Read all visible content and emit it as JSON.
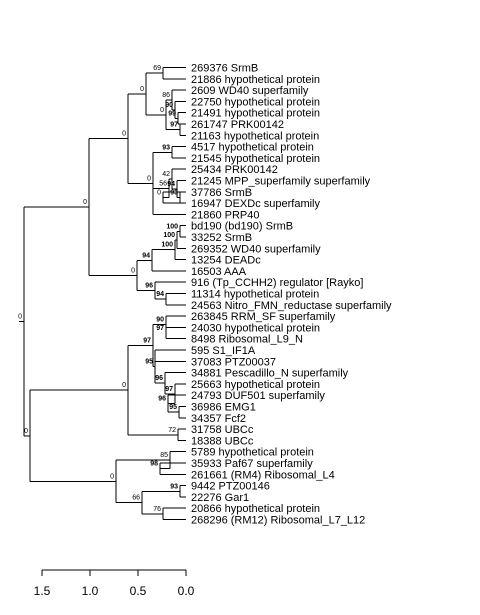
{
  "leaves": [
    "269376 SrmB",
    "21886 hypothetical protein",
    "2609 WD40 superfamily",
    "22750 hypothetical protein",
    "21491 hypothetical protein",
    "261747 PRK00142",
    "21163 hypothetical protein",
    "4517 hypothetical protein",
    "21545 hypothetical protein",
    "25434 PRK00142",
    "21245 MPP_superfamily superfamily",
    "37786 SrmB",
    "16947 DEXDc superfamily",
    "21860 PRP40",
    "bd190 (bd190) SrmB",
    "33252 SrmB",
    "269352 WD40 superfamily",
    "13254 DEADc",
    "16503 AAA",
    "916 (Tp_CCHH2) regulator [Rayko]",
    "11314 hypothetical protein",
    "24563 Nitro_FMN_reductase superfamily",
    "263845 RRM_SF superfamily",
    "24030 hypothetical protein",
    "8498 Ribosomal_L9_N",
    "595 S1_IF1A",
    "37083 PTZ00037",
    "34881 Pescadillo_N superfamily",
    "25663 hypothetical protein",
    "24793 DUF501 superfamily",
    "36986 EMG1",
    "34357 Fcf2",
    "31758 UBCc",
    "18388 UBCc",
    "5789 hypothetical protein",
    "35933 Paf67 superfamily",
    "261661 (RM4) Ribosomal_L4",
    "9442 PTZ00146",
    "22276 Gar1",
    "20866 hypothetical protein",
    "268296 (RM12) Ribosomal_L7_L12"
  ],
  "supports": {
    "root": "0",
    "upper": "0",
    "lower": "0",
    "upperA": "0",
    "upperB": "0",
    "cladeTop": "0",
    "n69": "69",
    "n0wd": "0",
    "n86": "86",
    "n90": "90",
    "n99": "99",
    "n97a": "97",
    "cladeMid": "0",
    "n93a": "93",
    "n56": "56",
    "n42": "42",
    "n94a": "94",
    "n93b": "93",
    "n0b": "0",
    "n94b": "94",
    "n96a": "96",
    "n100a": "100",
    "n100b": "100",
    "n100c": "100",
    "n94c": "94",
    "lowerA": "0",
    "n97b": "97",
    "n90b": "90",
    "n97c": "97",
    "n95a": "95",
    "n96b": "96",
    "n97d": "97",
    "n96c": "96",
    "n95b": "95",
    "n72": "72",
    "lowerB": "0",
    "n85": "85",
    "n98": "98",
    "n66": "66",
    "n93c": "93",
    "n76": "76"
  },
  "axis": {
    "ticks": [
      "1.5",
      "1.0",
      "0.5",
      "0.0"
    ]
  }
}
